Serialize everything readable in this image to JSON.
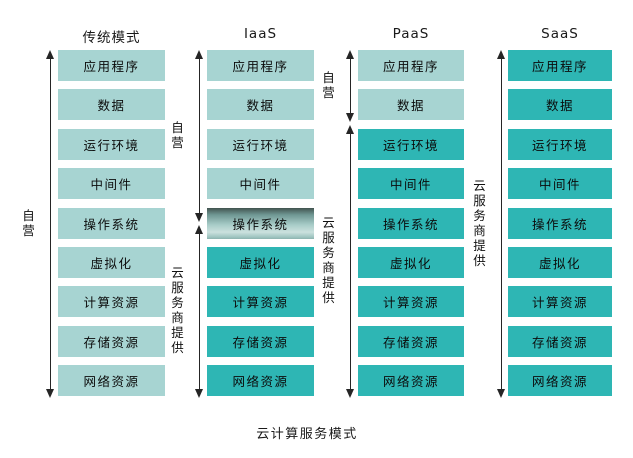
{
  "caption": "云计算服务模式",
  "colors": {
    "background": "#ffffff",
    "light_box": "#a7d4d2",
    "dark_box": "#2eb6b4",
    "gradient_box_top": "#42534f",
    "gradient_box_bottom": "#8db3af",
    "arrow": "#252525",
    "text": "#0b0b0b"
  },
  "legend": {
    "self_operated_label": "自营",
    "provider_label": "云服务商提供"
  },
  "layers": [
    {
      "key": "application",
      "label": "应用程序"
    },
    {
      "key": "data",
      "label": "数据"
    },
    {
      "key": "runtime",
      "label": "运行环境"
    },
    {
      "key": "middleware",
      "label": "中间件"
    },
    {
      "key": "os",
      "label": "操作系统"
    },
    {
      "key": "virtualization",
      "label": "虚拟化"
    },
    {
      "key": "compute",
      "label": "计算资源"
    },
    {
      "key": "storage",
      "label": "存储资源"
    },
    {
      "key": "network",
      "label": "网络资源"
    }
  ],
  "columns": [
    {
      "key": "traditional",
      "header": "传统模式",
      "box_styles": [
        "light",
        "light",
        "light",
        "light",
        "light",
        "light",
        "light",
        "light",
        "light"
      ],
      "segments": [
        {
          "key": "self-operated",
          "label": "自营",
          "from_row": 0,
          "to_row": 8.82
        }
      ]
    },
    {
      "key": "iaas",
      "header": "IaaS",
      "box_styles": [
        "light",
        "light",
        "light",
        "light",
        "gradient",
        "dark",
        "dark",
        "dark",
        "dark"
      ],
      "segments": [
        {
          "key": "self-operated",
          "label": "自营",
          "from_row": 0,
          "to_row": 4.37
        },
        {
          "key": "provider",
          "label": "云服务商提供",
          "from_row": 4.45,
          "to_row": 8.82
        }
      ]
    },
    {
      "key": "paas",
      "header": "PaaS",
      "box_styles": [
        "light",
        "light",
        "dark",
        "dark",
        "dark",
        "dark",
        "dark",
        "dark",
        "dark"
      ],
      "segments": [
        {
          "key": "self-operated",
          "label": "自营",
          "from_row": 0,
          "to_row": 1.83
        },
        {
          "key": "provider",
          "label": "云服务商提供",
          "from_row": 1.9,
          "to_row": 8.82
        }
      ]
    },
    {
      "key": "saas",
      "header": "SaaS",
      "box_styles": [
        "dark",
        "dark",
        "dark",
        "dark",
        "dark",
        "dark",
        "dark",
        "dark",
        "dark"
      ],
      "segments": [
        {
          "key": "provider",
          "label": "云服务商提供",
          "from_row": 0,
          "to_row": 8.82
        }
      ]
    }
  ]
}
